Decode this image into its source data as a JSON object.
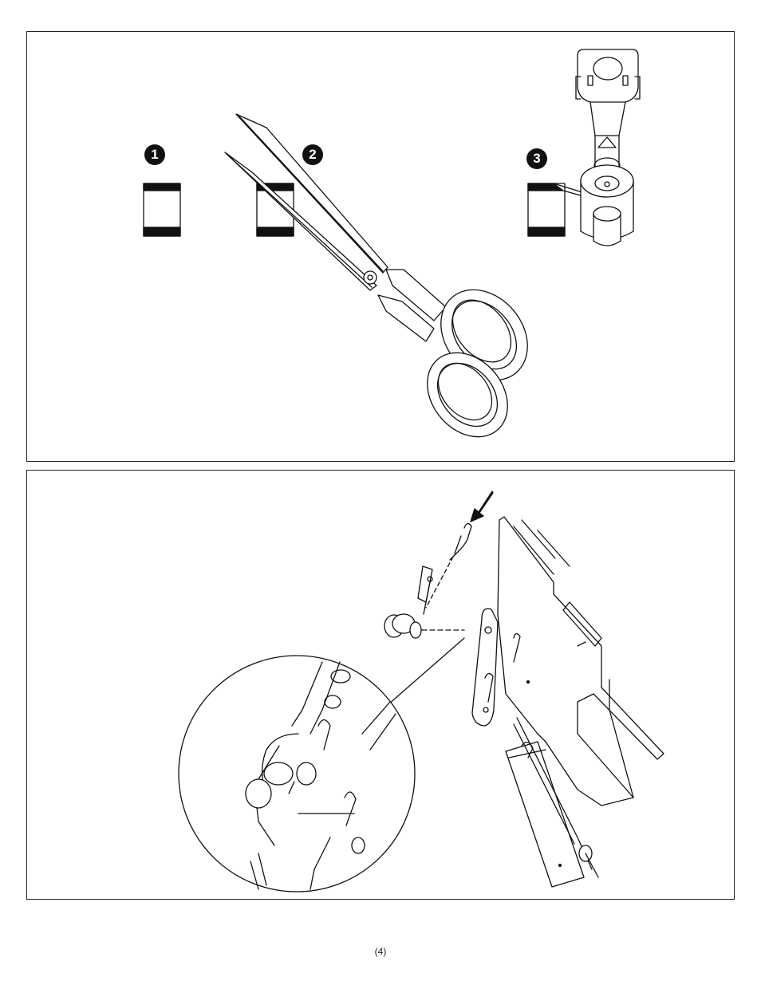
{
  "steps": {
    "step1": "1",
    "step2": "2",
    "step3": "3"
  },
  "icons": {
    "scissors": "scissors-icon",
    "tape": "tape-roll-icon",
    "arrow": "insert-arrow-icon"
  },
  "page_number": "(4)"
}
